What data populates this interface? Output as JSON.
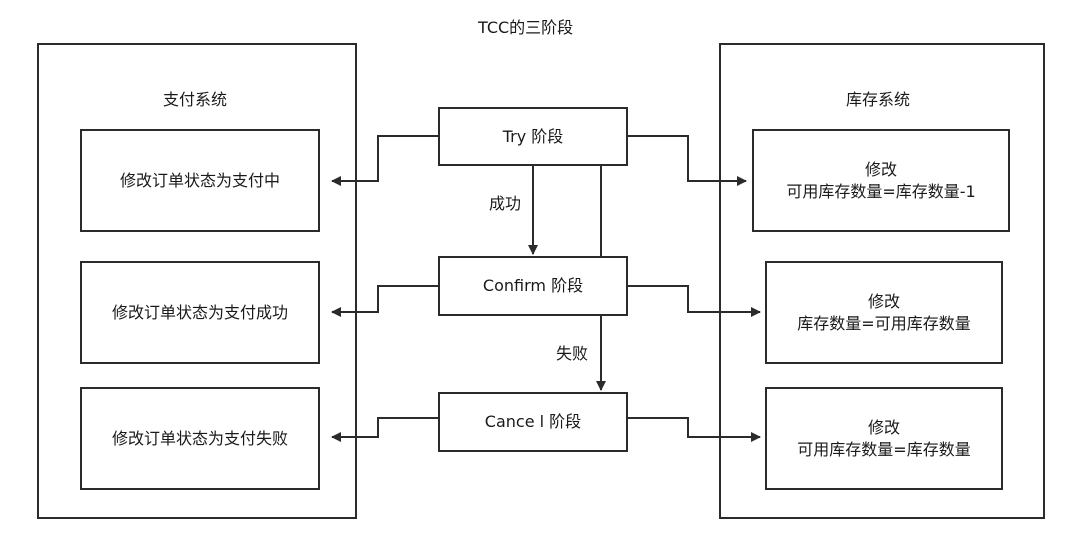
{
  "title": "TCC的三阶段",
  "payment_system": {
    "title": "支付系统",
    "steps": [
      "修改订单状态为支付中",
      "修改订单状态为支付成功",
      "修改订单状态为支付失败"
    ]
  },
  "inventory_system": {
    "title": "库存系统",
    "steps": [
      {
        "line1": "修改",
        "line2": "可用库存数量=库存数量-1"
      },
      {
        "line1": "修改",
        "line2": "库存数量=可用库存数量"
      },
      {
        "line1": "修改",
        "line2": "可用库存数量=库存数量"
      }
    ]
  },
  "phases": [
    "Try 阶段",
    "Confirm 阶段",
    "Cance l 阶段"
  ],
  "edges": {
    "success": "成功",
    "failure": "失败"
  },
  "colors": {
    "stroke": "#2b2b2b"
  }
}
